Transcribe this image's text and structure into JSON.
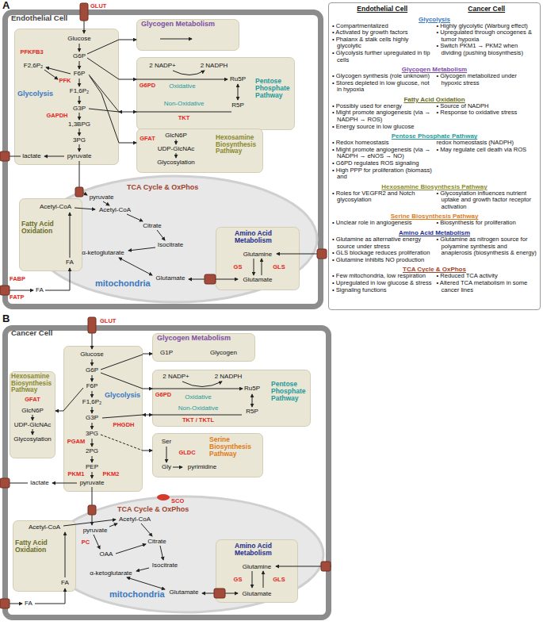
{
  "diagram": {
    "nodes": [
      {
        "text": [
          "Endothelial Cell"
        ]
      },
      {
        "text": [
          "Glycolysis"
        ],
        "in": 0
      },
      {
        "text": [
          "Glycogen Metabolism"
        ],
        "in": 0
      },
      {
        "text": [
          "Pentose Phosphate Pathway"
        ],
        "in": 0
      },
      {
        "text": [
          "Hexosamine Biosynthesis Pathway"
        ],
        "in": 0
      },
      {
        "text": [
          "TCA Cycle & OxPhos",
          "mitochondria"
        ],
        "in": 0
      },
      {
        "text": [
          "Fatty Acid Oxidation"
        ],
        "in": 0
      },
      {
        "text": [
          "Amino Acid Metabolism"
        ],
        "in": 0
      },
      {
        "text": [
          "Cancer Cell"
        ]
      },
      {
        "text": [
          "Glycolysis"
        ],
        "in": 8
      },
      {
        "text": [
          "Glycogen Metabolism"
        ],
        "in": 8
      },
      {
        "text": [
          "Hexosamine Biosynthesis Pathway"
        ],
        "in": 8
      },
      {
        "text": [
          "Pentose Phosphate Pathway"
        ],
        "in": 8
      },
      {
        "text": [
          "Serine Biosynthesis Pathway"
        ],
        "in": 8
      },
      {
        "text": [
          "TCA Cycle & OxPhos",
          "mitochondria"
        ],
        "in": 8
      },
      {
        "text": [
          "Fatty Acid Oxidation"
        ],
        "in": 8
      },
      {
        "text": [
          "Amino Acid Metabolism"
        ],
        "in": 8
      }
    ],
    "edges": [
      {
        "from": 1,
        "to": 2,
        "arrow": "to"
      },
      {
        "from": 1,
        "to": 3,
        "arrow": "to"
      },
      {
        "from": 1,
        "to": 3,
        "arrow": "both"
      },
      {
        "from": 1,
        "to": 4,
        "arrow": "to"
      },
      {
        "from": 9,
        "to": 10,
        "arrow": "to"
      },
      {
        "from": 9,
        "to": 12,
        "arrow": "to"
      },
      {
        "from": 9,
        "to": 12,
        "arrow": "both"
      },
      {
        "from": 9,
        "to": 11,
        "arrow": "to"
      },
      {
        "from": 9,
        "to": 13,
        "arrow": "to"
      }
    ],
    "labels": [
      "A",
      "GLUT",
      "Glucose",
      "G6P",
      "F6P",
      "F1,6P₂",
      "G3P",
      "1,3BPG",
      "3PG",
      "pyruvate",
      "lactate",
      "PFKFB3",
      "F2,6P₂",
      "PFK",
      "GAPDH",
      "2 NADP+",
      "2 NADPH",
      "Oxidative",
      "Ru5P",
      "Non-Oxidative",
      "R5P",
      "G6PD",
      "TKT",
      "GFAT",
      "GlcN6P",
      "UDP-GlcNAc",
      "Glycosylation",
      "pyruvate",
      "Acetyl-CoA",
      "Citrate",
      "Isocitrate",
      "α-ketoglutarate",
      "Glutamate",
      "Acetyl-CoA",
      "FA",
      "FABP",
      "FA",
      "FATP",
      "Glutamine",
      "GS",
      "GLS",
      "Glutamate",
      "B",
      "GLUT",
      "Glucose",
      "G6P",
      "F6P",
      "F1,6P₂",
      "G3P",
      "3PG",
      "2PG",
      "PEP",
      "pyruvate",
      "lactate",
      "PGAM",
      "PHGDH",
      "PKM1",
      "PKM2",
      "G1P",
      "Glycogen",
      "GFAT",
      "GlcN6P",
      "UDP-GlcNAc",
      "Glycosylation",
      "2 NADP+",
      "2 NADPH",
      "Oxidative",
      "Ru5P",
      "Non-Oxidative",
      "R5P",
      "G6PD",
      "TKT / TKTL",
      "Ser",
      "GLDC",
      "Gly",
      "pyrimidine",
      "SCO",
      "pyruvate",
      "Acetyl-CoA",
      "PC",
      "OAA",
      "Citrate",
      "Isocitrate",
      "α-ketoglutarate",
      "Glutamate",
      "Acetyl-CoA",
      "FA",
      "FA",
      "Glutamine",
      "GS",
      "GLS",
      "Glutamate",
      "Endothelial Cell",
      "Cancer Cell",
      "Glycolysis",
      "• Compartmentalized",
      "• Activated by growth factors",
      "• Phalanx & stalk cells highly glycolytic",
      "• Glycolysis further upregulated in tip cells",
      "• Highly glycolytic (Warburg effect)",
      "• Upregulated through oncogenes & tumor hypoxia",
      "• Switch PKM1 → PKM2 when dividing (pushing biosynthesis)",
      "Glycogen Metabolism",
      "• Glycogen synthesis (role unknown)",
      "• Stores depleted in low glucose, not in hypoxia",
      "• Glycogen metabolized under hypoxic stress",
      "Fatty Acid Oxidation",
      "• Possibly used for energy",
      "• Might promote angiogenesis (via → NADPH → ROS)",
      "• Energy source in low glucose",
      "• Source of NADPH",
      "• Response to oxidative stress",
      "Pentose Phosphate Pathway",
      "• Redox homeostasis",
      "• Might promote angiogenesis (via → NADPH → eNOS → NO)",
      "• G6PD regulates ROS signaling",
      "• High PPP for proliferation (biomass) and",
      "redox homeostasis (NADPH)",
      "• May regulate cell death via ROS",
      "Hexosamine Biosynthesis Pathway",
      "• Roles for VEGFR2 and Notch glycosylation",
      "• Glycosylation influences nutrient uptake and growth factor receptor activation",
      "Serine Biosynthesis Pathway",
      "• Unclear role in angiogenesis",
      "• Biosynthesis for proliferation",
      "Amino Acid Metabolism",
      "• Glutamine as alternative energy source under stress",
      "• GLS blockage reduces proliferation",
      "• Glutamine inhibits NO production",
      "• Glutamine as nitrogen source for polyamine synthesis and anaplerosis (biosynthesis & energy)",
      "TCA Cycle & OxPhos",
      "• Few mitochondria, low respiration",
      "• Upregulated in low glucose & stress",
      "• Signaling functions",
      "• Reduced TCA activity",
      "• Altered TCA metabolism in some cancer lines"
    ]
  }
}
